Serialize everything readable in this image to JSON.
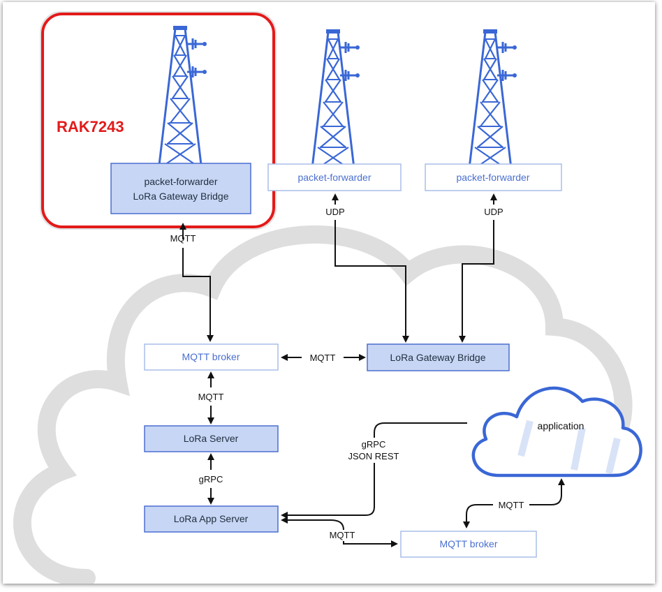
{
  "highlight": {
    "label": "RAK7243",
    "color": "#e31a1a"
  },
  "gateways": [
    {
      "id": "gw1",
      "lines": [
        "packet-forwarder",
        "LoRa Gateway Bridge"
      ]
    },
    {
      "id": "gw2",
      "lines": [
        "packet-forwarder"
      ]
    },
    {
      "id": "gw3",
      "lines": [
        "packet-forwarder"
      ]
    }
  ],
  "nodes": {
    "mqtt_broker_top": "MQTT broker",
    "gateway_bridge": "LoRa Gateway Bridge",
    "lora_server": "LoRa Server",
    "app_server": "LoRa App Server",
    "mqtt_broker_bottom": "MQTT broker",
    "application": "application"
  },
  "edges": {
    "gw1_mqtt": "MQTT",
    "gw2_udp": "UDP",
    "gw3_udp": "UDP",
    "broker_bridge_mqtt": "MQTT",
    "broker_server_mqtt": "MQTT",
    "server_app_grpc": "gRPC",
    "app_grpc_line1": "gRPC",
    "app_grpc_line2": "JSON REST",
    "app_broker_mqtt": "MQTT",
    "broker_application_mqtt": "MQTT"
  },
  "colors": {
    "node_fill": "#c8d6f5",
    "node_stroke": "#4a6fd0",
    "light_node_stroke": "#a9bde8",
    "tower": "#3a67d6",
    "cloud_outline": "#dedede",
    "app_cloud": "#3a67d6"
  }
}
